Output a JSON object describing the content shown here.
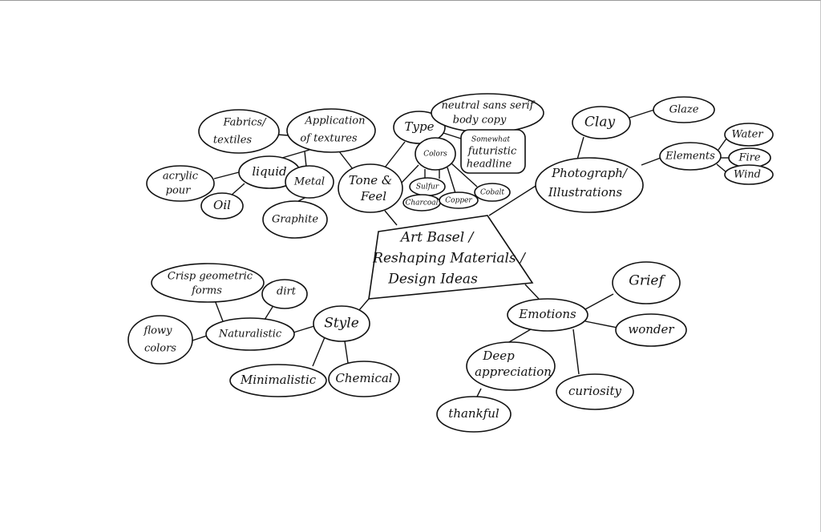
{
  "center": {
    "line1": "Art Basel /",
    "line2": "Reshaping Materials /",
    "line3": "Design Ideas"
  },
  "nodes": {
    "fabrics": [
      "Fabrics/",
      "textiles"
    ],
    "application": [
      "Application",
      "of textures"
    ],
    "acrylic": [
      "acrylic",
      "pour"
    ],
    "liquid": "liquid",
    "metal": "Metal",
    "oil": "Oil",
    "graphite": "Graphite",
    "type": "Type",
    "neutral": [
      "neutral sans serif",
      "body copy"
    ],
    "futuristic": [
      "Somewhat",
      "futuristic",
      "headline"
    ],
    "tone": [
      "Tone &",
      "Feel"
    ],
    "colors": "Colors",
    "sulfur": "Sulfur",
    "charcoal": "Charcoal",
    "copper": "Copper",
    "cobalt": "Cobalt",
    "clay": "Clay",
    "glaze": "Glaze",
    "elements": "Elements",
    "water": "Water",
    "fire": "Fire",
    "wind": "Wind",
    "photo": [
      "Photograph/",
      "Illustrations"
    ],
    "crisp": [
      "Crisp geometric",
      "forms"
    ],
    "dirt": "dirt",
    "flowy": [
      "flowy",
      "colors"
    ],
    "naturalistic": "Naturalistic",
    "style": "Style",
    "minimalistic": "Minimalistic",
    "chemical": "Chemical",
    "grief": "Grief",
    "emotions": "Emotions",
    "wonder": "wonder",
    "deep": [
      "Deep",
      "appreciation"
    ],
    "curiosity": "curiosity",
    "thankful": "thankful"
  }
}
